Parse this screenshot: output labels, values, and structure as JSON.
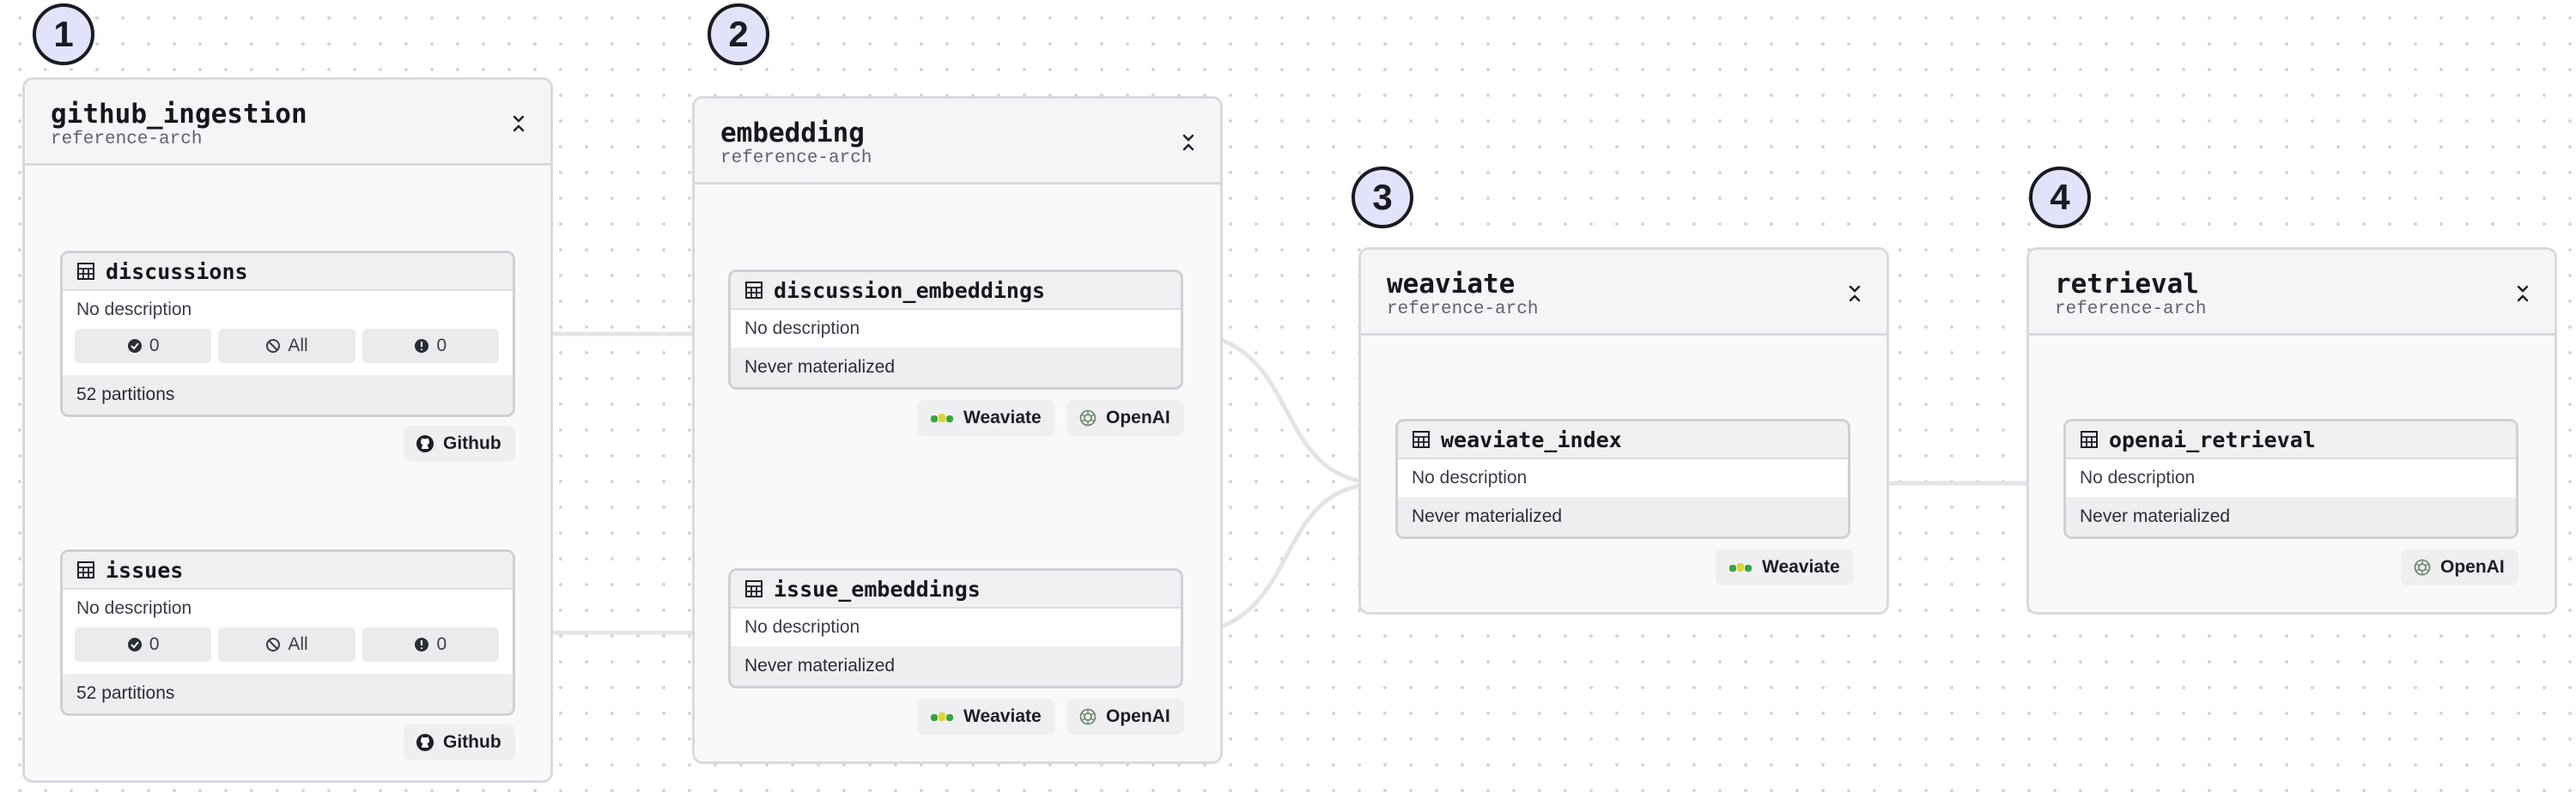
{
  "steps": [
    "1",
    "2",
    "3",
    "4"
  ],
  "groups": {
    "github_ingestion": {
      "title": "github_ingestion",
      "subtitle": "reference-arch"
    },
    "embedding": {
      "title": "embedding",
      "subtitle": "reference-arch"
    },
    "weaviate": {
      "title": "weaviate",
      "subtitle": "reference-arch"
    },
    "retrieval": {
      "title": "retrieval",
      "subtitle": "reference-arch"
    }
  },
  "assets": {
    "discussions": {
      "name": "discussions",
      "description": "No description",
      "stat_checks": "0",
      "stat_all": "All",
      "stat_errors": "0",
      "footer": "52 partitions",
      "tag": "Github"
    },
    "issues": {
      "name": "issues",
      "description": "No description",
      "stat_checks": "0",
      "stat_all": "All",
      "stat_errors": "0",
      "footer": "52 partitions",
      "tag": "Github"
    },
    "discussion_embeddings": {
      "name": "discussion_embeddings",
      "description": "No description",
      "footer": "Never materialized",
      "tags": [
        "Weaviate",
        "OpenAI"
      ]
    },
    "issue_embeddings": {
      "name": "issue_embeddings",
      "description": "No description",
      "footer": "Never materialized",
      "tags": [
        "Weaviate",
        "OpenAI"
      ]
    },
    "weaviate_index": {
      "name": "weaviate_index",
      "description": "No description",
      "footer": "Never materialized",
      "tag": "Weaviate"
    },
    "openai_retrieval": {
      "name": "openai_retrieval",
      "description": "No description",
      "footer": "Never materialized",
      "tag": "OpenAI"
    }
  },
  "icons": {
    "table": "table-icon",
    "collapse": "collapse-icon",
    "check": "check-circle-icon",
    "all": "slash-circle-icon",
    "error": "alert-circle-icon",
    "github": "github-icon",
    "weaviate": "weaviate-icon",
    "openai": "openai-icon"
  },
  "colors": {
    "step_fill": "#e2e3fb",
    "edge": "#e3e4e8",
    "group_border": "#d9dadf",
    "weaviate_green": "#35a63d",
    "weaviate_yellow": "#e0d430"
  }
}
